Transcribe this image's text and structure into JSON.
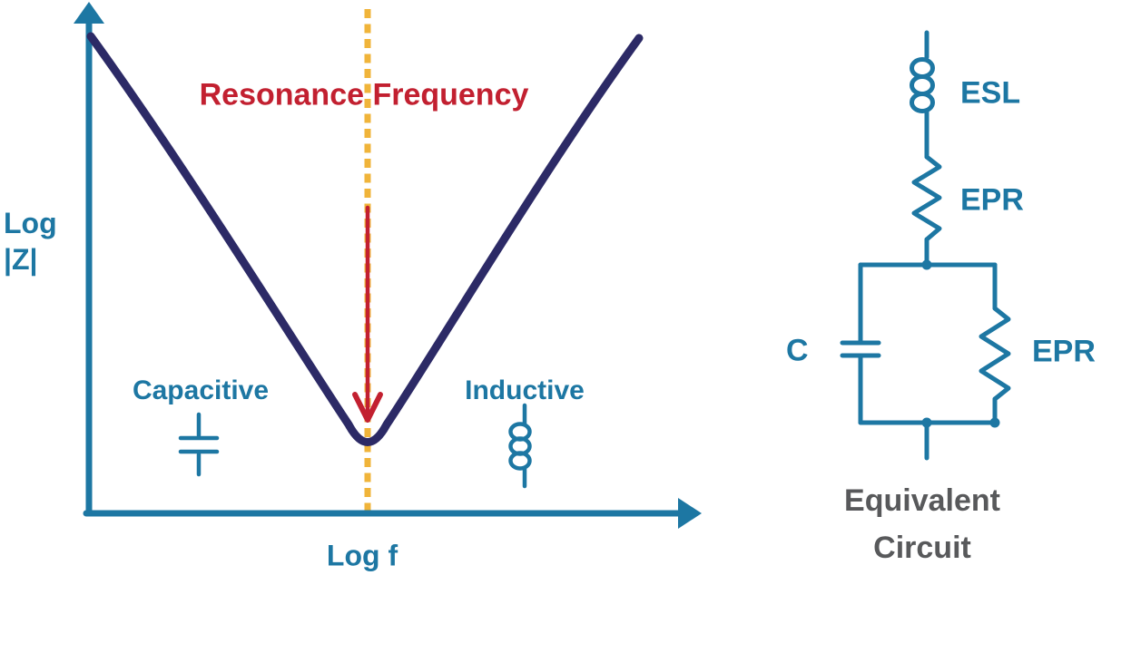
{
  "colors": {
    "teal": "#1D77A3",
    "navy": "#2C2A66",
    "red": "#C22030",
    "gold": "#F0B43A",
    "gray": "#58595B"
  },
  "chart": {
    "title": "Resonance Frequency",
    "y_axis_label_line1": "Log",
    "y_axis_label_line2": "|Z|",
    "x_axis_label": "Log f",
    "region_left_label": "Capacitive",
    "region_right_label": "Inductive"
  },
  "circuit": {
    "inductor_label": "ESL",
    "series_resistor_label": "EPR",
    "capacitor_label": "C",
    "parallel_resistor_label": "EPR",
    "caption_line1": "Equivalent",
    "caption_line2": "Circuit"
  }
}
